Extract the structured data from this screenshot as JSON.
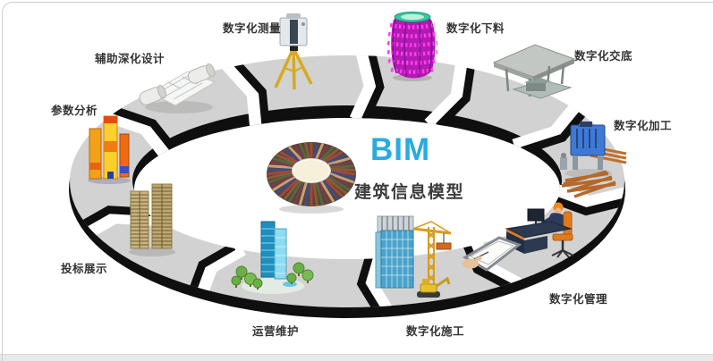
{
  "diagram": {
    "center": {
      "acronym": "BIM",
      "name": "建筑信息模型",
      "icon": "woven-dome-model-icon"
    },
    "stations": [
      {
        "id": "survey",
        "label": "数字化测量",
        "icon": "laser-scanner-tripod-icon"
      },
      {
        "id": "nesting",
        "label": "数字化下料",
        "icon": "rebar-cage-icon"
      },
      {
        "id": "disclosure",
        "label": "数字化交底",
        "icon": "formwork-canopy-icon"
      },
      {
        "id": "processing",
        "label": "数字化加工",
        "icon": "pipe-fabrication-machine-icon"
      },
      {
        "id": "management",
        "label": "数字化管理",
        "icon": "office-workstation-icon",
        "secondary_icon": "tablet-hand-icon"
      },
      {
        "id": "construction",
        "label": "数字化施工",
        "icon": "tower-crane-building-icon"
      },
      {
        "id": "operation",
        "label": "运营维护",
        "icon": "glass-tower-trees-icon"
      },
      {
        "id": "bidding",
        "label": "投标展示",
        "icon": "twin-towers-icon"
      },
      {
        "id": "analysis",
        "label": "参数分析",
        "icon": "thermal-analysis-model-icon"
      },
      {
        "id": "design",
        "label": "辅助深化设计",
        "icon": "blueprint-scroll-icon"
      }
    ],
    "colors": {
      "bim_blue": "#29abe2",
      "ring_gray": "#d2d2d2",
      "ring_black": "#0f0f0f",
      "label_text": "#333333",
      "background": "#ffffff"
    }
  }
}
